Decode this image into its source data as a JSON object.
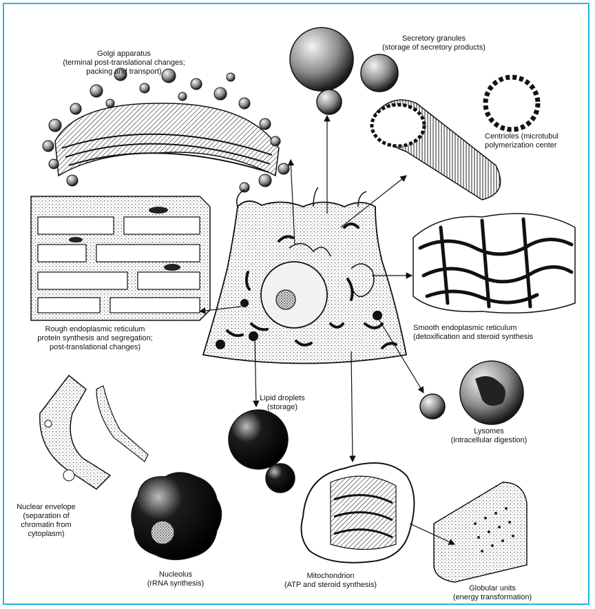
{
  "colors": {
    "frame": "#1fb6e8",
    "ink": "#111111"
  },
  "labels": {
    "golgi": {
      "l1": "Golgi apparatus",
      "l2": "(terminal post-translational changes;",
      "l3": "packing and transport)"
    },
    "secretory": {
      "l1": "Secretory granules",
      "l2": "(storage of secretory products)"
    },
    "centrioles": {
      "l1": "Centrioles (microtubul",
      "l2": "polymerization center"
    },
    "rough_er": {
      "l1": "Rough endoplasmic reticulum",
      "l2": "protein synthesis and segregation;",
      "l3": "post-translational changes)"
    },
    "smooth_er": {
      "l1": "Smooth endoplasmic reticulum",
      "l2": "(detoxification and steroid synthesis"
    },
    "lipid": {
      "l1": "Lipid droplets",
      "l2": "(storage)"
    },
    "lysosomes": {
      "l1": "Lysomes",
      "l2": "(intracellular digestion)"
    },
    "nuclear_envelope": {
      "l1": "Nuclear envelope",
      "l2": "(separation of",
      "l3": "chromatin from",
      "l4": "cytoplasm)"
    },
    "nucleolus": {
      "l1": "Nucleolus",
      "l2": "(rRNA synthesis)"
    },
    "mitochondrion": {
      "l1": "Mitochondrion",
      "l2": "(ATP and steroid synthesis)"
    },
    "globular": {
      "l1": "Globular units",
      "l2": "(energy transformation)"
    }
  }
}
